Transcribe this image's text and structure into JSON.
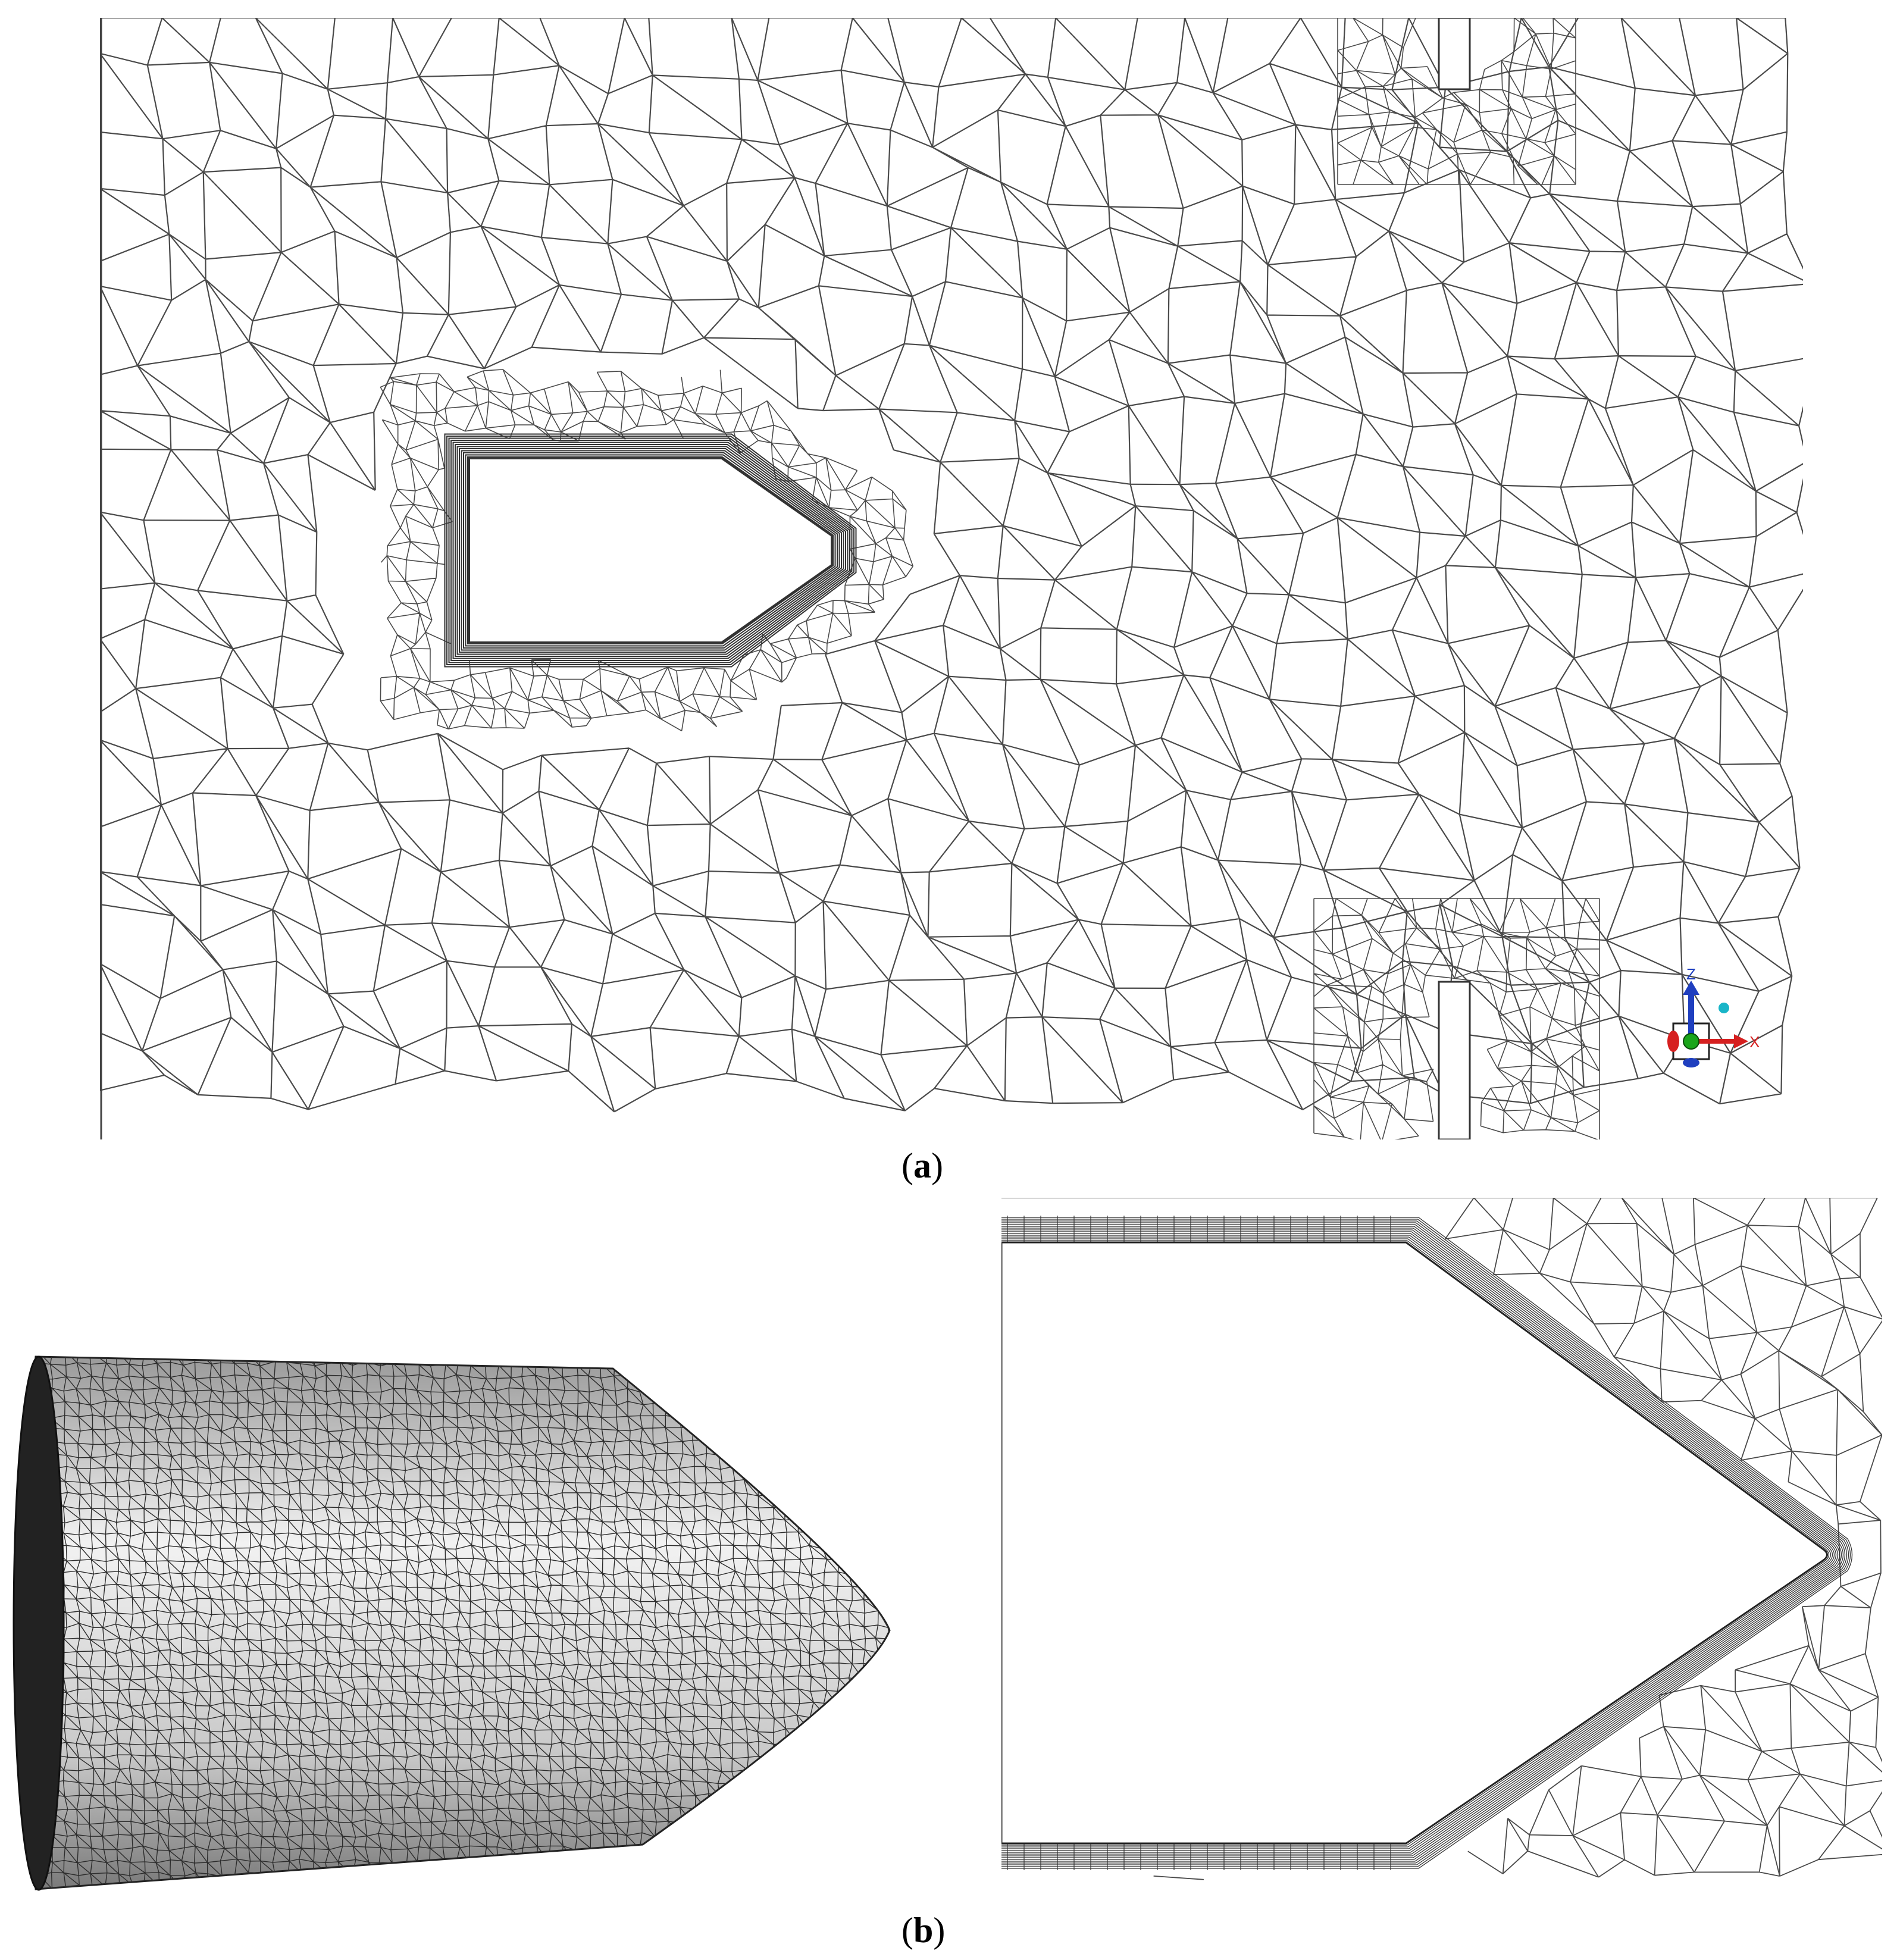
{
  "figure": {
    "captions": {
      "a": "a",
      "b": "b"
    },
    "axis_triad": {
      "z_label": "Z",
      "x_label": "X",
      "colors": {
        "z": "#1f3fbf",
        "x": "#d62020",
        "center": "#1aa51a",
        "probe": "#19b5c8"
      }
    },
    "colors": {
      "mesh_line": "#4a4a4a",
      "mesh_dense": "#333333",
      "body_fill": "#d9d9d9",
      "background": "#ffffff"
    }
  }
}
